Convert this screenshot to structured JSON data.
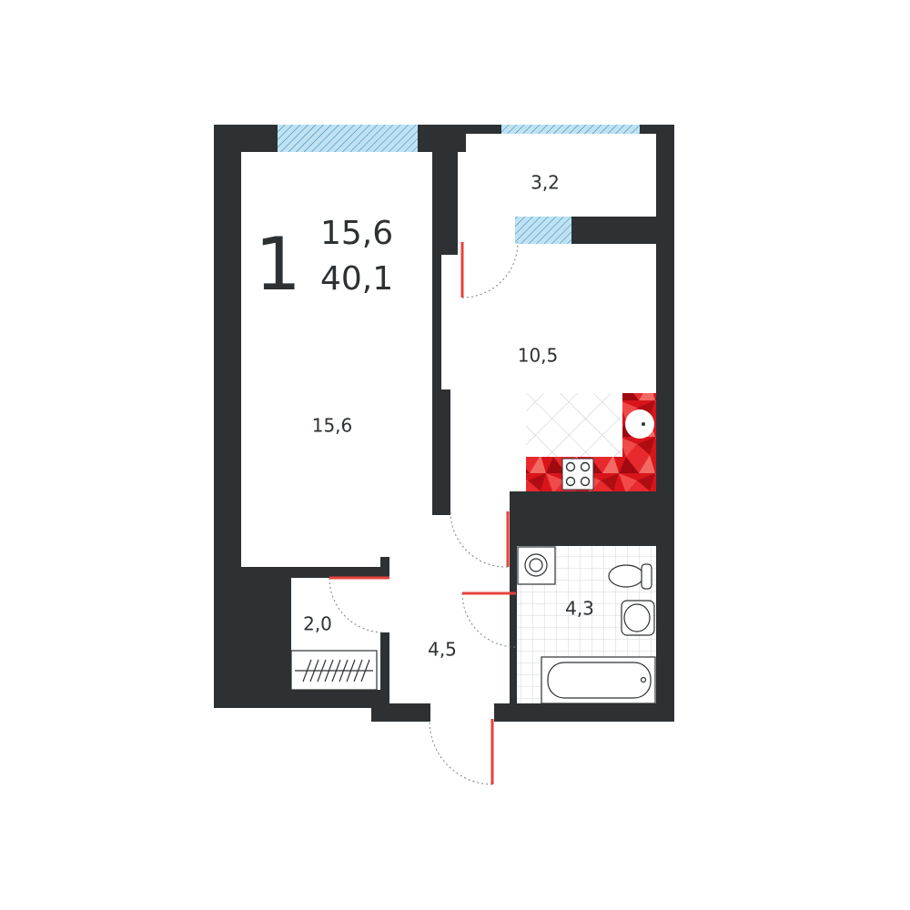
{
  "plan": {
    "room_count": "1",
    "living_area": "15,6",
    "total_area": "40,1",
    "rooms": {
      "living_room": "15,6",
      "loggia": "3,2",
      "kitchen": "10,5",
      "storage": "2,0",
      "hallway": "4,5",
      "bathroom": "4,3"
    }
  },
  "colors": {
    "wall": "#2d3133",
    "door": "#e8413c",
    "window_glass": "#a9d6ec",
    "kitchen_accent": "#d9151b"
  }
}
